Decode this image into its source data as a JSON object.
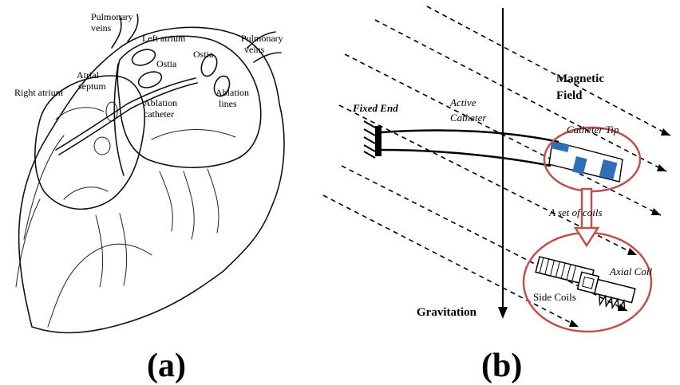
{
  "panel_a": {
    "label": "(a)",
    "labels": {
      "pulmonary_veins_left": "Pulmonary\nveins",
      "pulmonary_veins_right": "Pulmonary\nveins",
      "left_atrium": "Left atrium",
      "right_atrium": "Right atrium",
      "atrial_septum": "Atrial\nseptum",
      "ostia_left": "Ostia",
      "ostia_right": "Ostia",
      "ablation_catheter": "Ablation\ncatheter",
      "ablation_lines": "Ablation\nlines"
    }
  },
  "panel_b": {
    "label": "(b)",
    "labels": {
      "magnetic_field": "Magnetic\nField",
      "fixed_end": "Fixed End",
      "active_catheter": "Active\nCatheter",
      "catheter_tip": "Catheter Tip",
      "set_of_coils": "A set of coils",
      "axial_coil": "Axial Coil",
      "side_coils": "Side Coils",
      "gravitation": "Gravitation"
    },
    "colors": {
      "highlight_circle": "#c0504d",
      "coil_blue": "#2e6fb7",
      "zoom_arrow": "#c0504d"
    }
  }
}
